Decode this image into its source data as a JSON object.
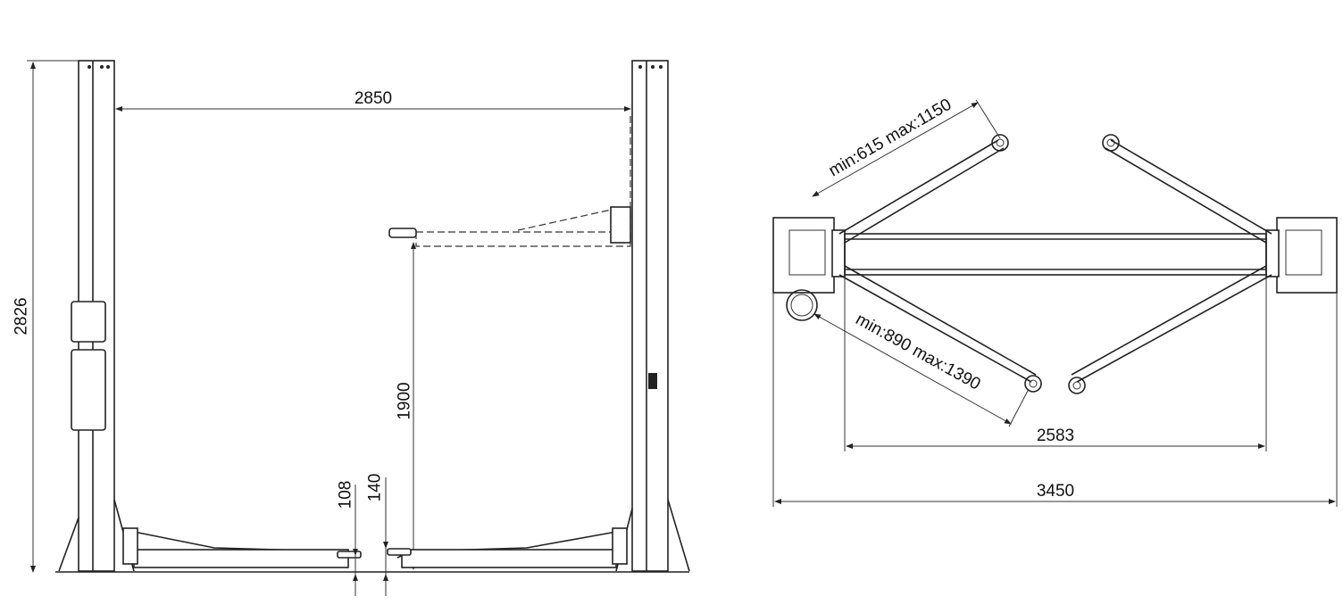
{
  "front_view": {
    "width_dim": "2850",
    "height_dim": "2826",
    "lift_height_dim": "1900",
    "min_height_dim": "108",
    "pad_height_dim": "140"
  },
  "top_view": {
    "short_arm_dim": "min:615  max:1150",
    "long_arm_dim": "min:890  max:1390",
    "inner_width_dim": "2583",
    "overall_width_dim": "3450"
  }
}
